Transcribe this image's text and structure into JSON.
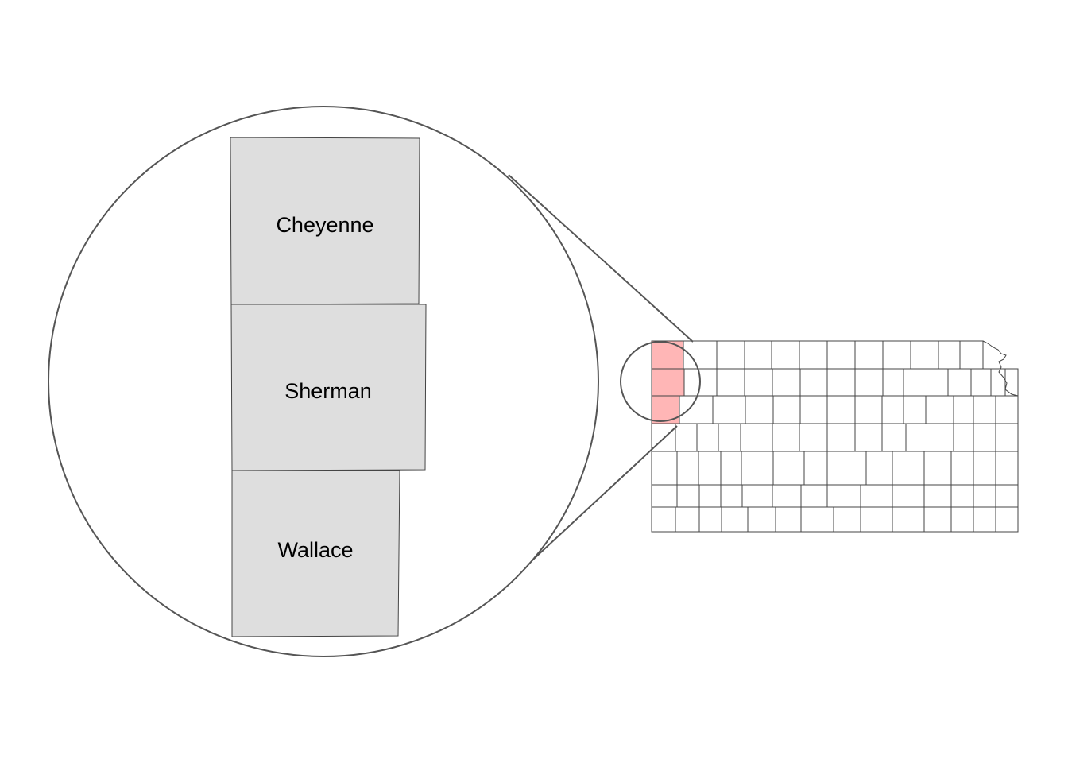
{
  "map": {
    "highlighted_counties": [
      {
        "name": "Cheyenne"
      },
      {
        "name": "Sherman"
      },
      {
        "name": "Wallace"
      }
    ],
    "colors": {
      "highlight": "#ffb6b6",
      "inset_fill": "#dedede",
      "stroke": "#555555",
      "county_stroke": "#444444"
    }
  }
}
